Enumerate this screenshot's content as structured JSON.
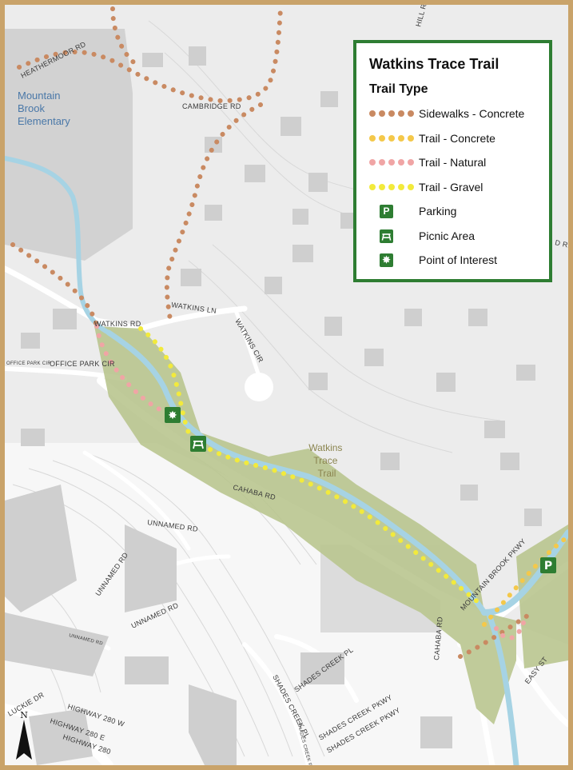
{
  "legend": {
    "title": "Watkins Trace Trail",
    "subtitle": "Trail Type",
    "items": [
      {
        "label": "Sidewalks - Concrete",
        "kind": "dots",
        "color": "#c98a62"
      },
      {
        "label": "Trail - Concrete",
        "kind": "dots",
        "color": "#f4c84a"
      },
      {
        "label": "Trail - Natural",
        "kind": "dots",
        "color": "#f0a5a5"
      },
      {
        "label": "Trail - Gravel",
        "kind": "dots",
        "color": "#f2ea3c"
      },
      {
        "label": "Parking",
        "kind": "icon",
        "glyph": "P",
        "icon": "parking-icon"
      },
      {
        "label": "Picnic Area",
        "kind": "icon",
        "glyph": "⛺",
        "icon": "picnic-table-icon"
      },
      {
        "label": "Point of Interest",
        "kind": "icon",
        "glyph": "✸",
        "icon": "point-of-interest-icon"
      }
    ]
  },
  "labels": {
    "school": [
      "Mountain",
      "Brook",
      "Elementary"
    ],
    "trail": [
      "Watkins",
      "Trace",
      "Trail"
    ],
    "heathermoor_rd": "HEATHERMOOR RD",
    "cambridge_rd": "CAMBRIDGE RD",
    "hill_rd": "HILL RD",
    "d_rd": "D RD",
    "watkins_rd": "WATKINS RD",
    "watkins_ln": "WATKINS LN",
    "watkins_cir": "WATKINS CIR",
    "office_park_cir_a": "OFFICE PARK CIR",
    "office_park_cir_b": "OFFICE PARK CIR",
    "cahaba_rd": "CAHABA RD",
    "cahaba_rd_2": "CAHABA RD",
    "unnamed_rd_1": "UNNAMED RD",
    "unnamed_rd_2": "UNNAMED RD",
    "unnamed_rd_3": "UNNAMED RD",
    "unnamed_rd_4": "UNNAMED RD",
    "mountain_brook_pkwy": "MOUNTAIN BROOK PKWY",
    "shades_creek_pl_1": "SHADES CREEK PL",
    "shades_creek_pl_2": "SHADES CREEK PL",
    "shades_creek_pkwy_1": "SHADES CREEK PKWY",
    "shades_creek_pkwy_2": "SHADES CREEK PKWY",
    "shades_creek_pkwy_3": "SHADES CREEK PKWY",
    "easy_st": "EASY ST",
    "highway_280_w": "HIGHWAY 280 W",
    "highway_280_e": "HIGHWAY 280 E",
    "highway_280": "HIGHWAY 280",
    "luckie_dr": "LUCKIE DR",
    "north": "N"
  },
  "colors": {
    "sidewalk": "#c98a62",
    "trail_concrete": "#f4c84a",
    "trail_natural": "#f0a5a5",
    "trail_gravel": "#f2ea3c",
    "park": "#b9c58f",
    "stream": "#a6d3e4",
    "accent": "#2e7d32",
    "border": "#c9a36a"
  }
}
